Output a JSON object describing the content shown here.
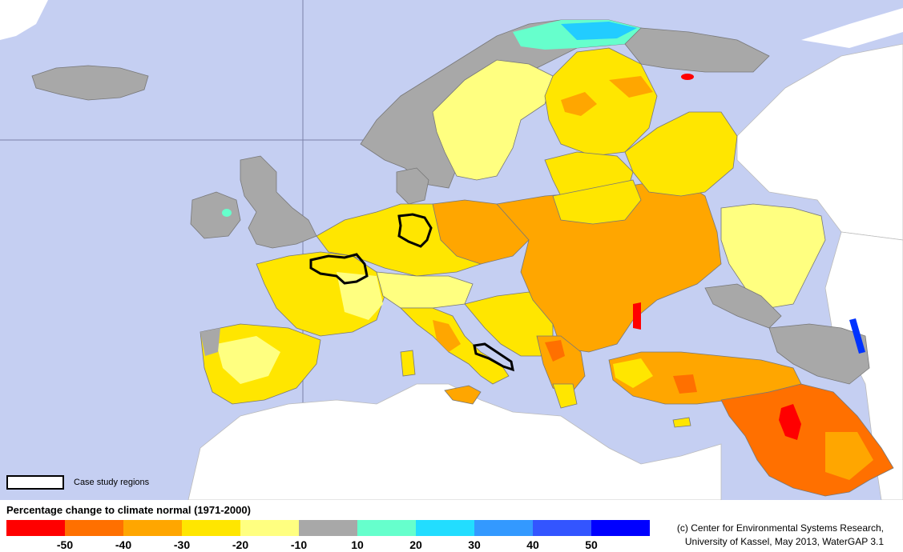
{
  "map": {
    "case_study_label": "Case study regions",
    "colors": {
      "sea": "#c5cff2",
      "nodata": "#ffffff",
      "gray": "#a8a8a8",
      "pale_yellow": "#ffff80",
      "yellow": "#ffe600",
      "orange_light": "#ffaa00",
      "orange": "#ff7b00",
      "red": "#ff0000",
      "cyan": "#66ffcc",
      "blue": "#00b4ff"
    }
  },
  "legend": {
    "title": "Percentage change to climate normal (1971-2000)",
    "swatches": [
      "#ff0000",
      "#ff7000",
      "#ffa600",
      "#ffe600",
      "#ffff80",
      "#a8a8a8",
      "#66ffcc",
      "#22ddff",
      "#3399ff",
      "#3355ff",
      "#0000ff"
    ],
    "ticks": [
      "-50",
      "-40",
      "-30",
      "-20",
      "-10",
      "10",
      "20",
      "30",
      "40",
      "50"
    ]
  },
  "credit": {
    "line1": "(c) Center for Environmental Systems Research,",
    "line2": "University of Kassel, May 2013, WaterGAP 3.1"
  }
}
